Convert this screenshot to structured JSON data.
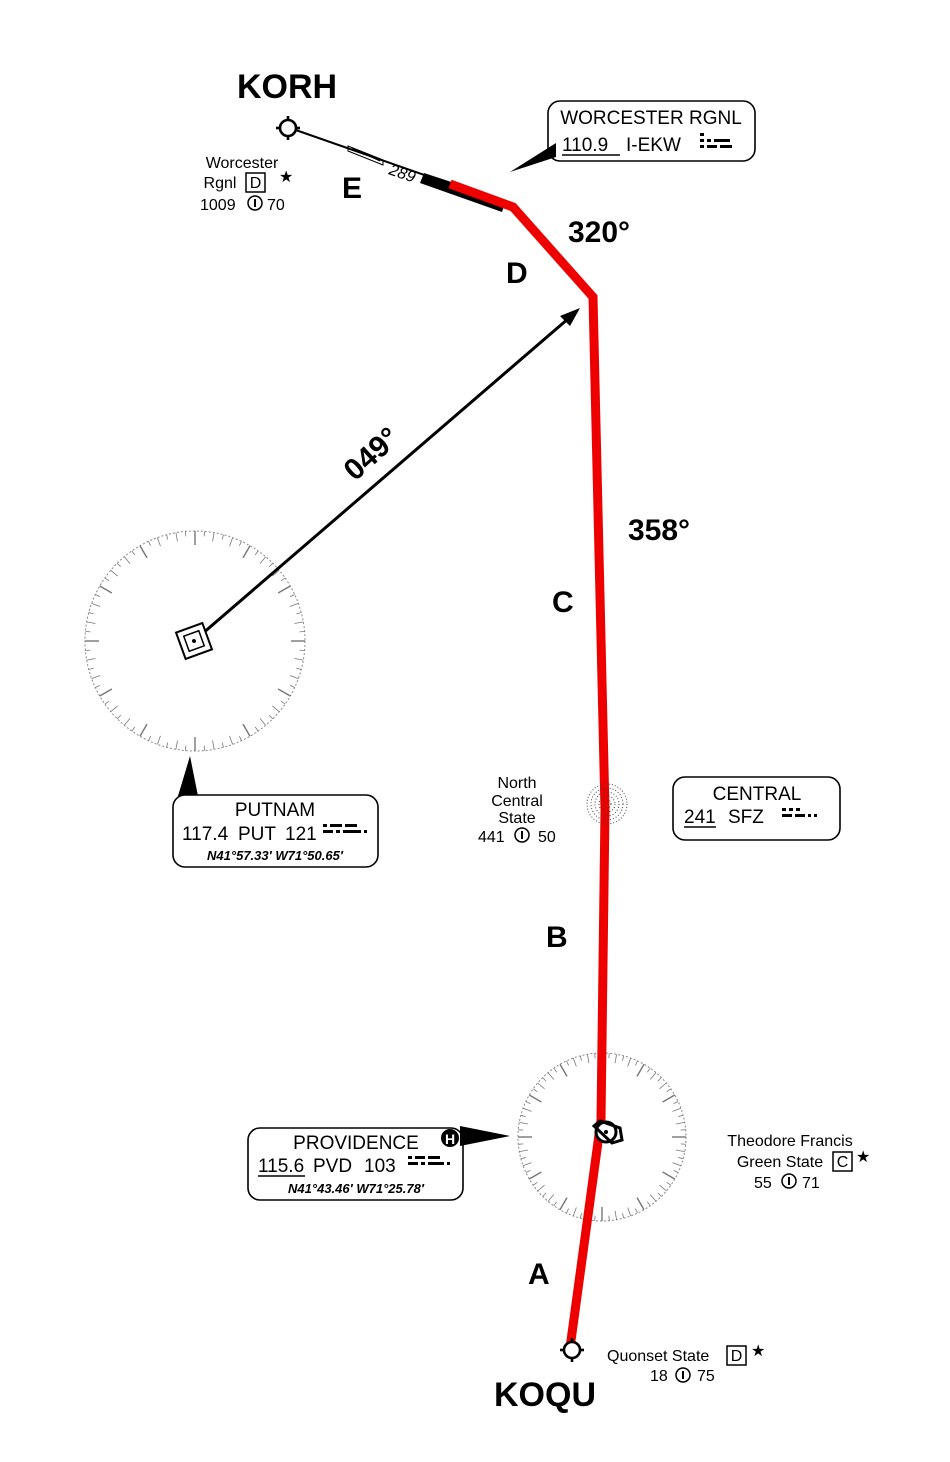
{
  "waypoints": {
    "start": "KOQU",
    "end": "KORH"
  },
  "legs": {
    "A": "A",
    "B": "B",
    "C": "C",
    "D": "D",
    "E": "E"
  },
  "headings": {
    "leg_c": "358°",
    "leg_d": "320°",
    "radial_putnam": "049°",
    "approach_course": "289"
  },
  "navaids": {
    "worcester_loc": {
      "name": "WORCESTER RGNL",
      "freq": "110.9",
      "ident": "I-EKW"
    },
    "putnam": {
      "name": "PUTNAM",
      "freq": "117.4",
      "ident": "PUT",
      "channel": "121",
      "coords": "N41°57.33′ W71°50.65′"
    },
    "central": {
      "name": "CENTRAL",
      "freq": "241",
      "ident": "SFZ"
    },
    "providence": {
      "name": "PROVIDENCE",
      "freq": "115.6",
      "ident": "PVD",
      "channel": "103",
      "coords": "N41°43.46′ W71°25.78′",
      "class_badge": "H"
    }
  },
  "airports": {
    "worcester": {
      "line1": "Worcester",
      "line2": "Rgnl",
      "class": "D",
      "elev": "1009",
      "length": "70"
    },
    "north_central": {
      "line1": "North",
      "line2": "Central",
      "line3": "State",
      "elev": "441",
      "length": "50"
    },
    "tf_green": {
      "line1": "Theodore Francis",
      "line2": "Green State",
      "class": "C",
      "elev": "55",
      "length": "71"
    },
    "quonset": {
      "line1": "Quonset State",
      "class": "D",
      "elev": "18",
      "length": "75"
    }
  },
  "colors": {
    "route": "#ee0000",
    "ink": "#000000",
    "rose": "#888888"
  },
  "icons": [
    "airport-icon",
    "vor-icon",
    "ndb-icon",
    "morse-icon",
    "star-icon",
    "lighting-icon"
  ]
}
